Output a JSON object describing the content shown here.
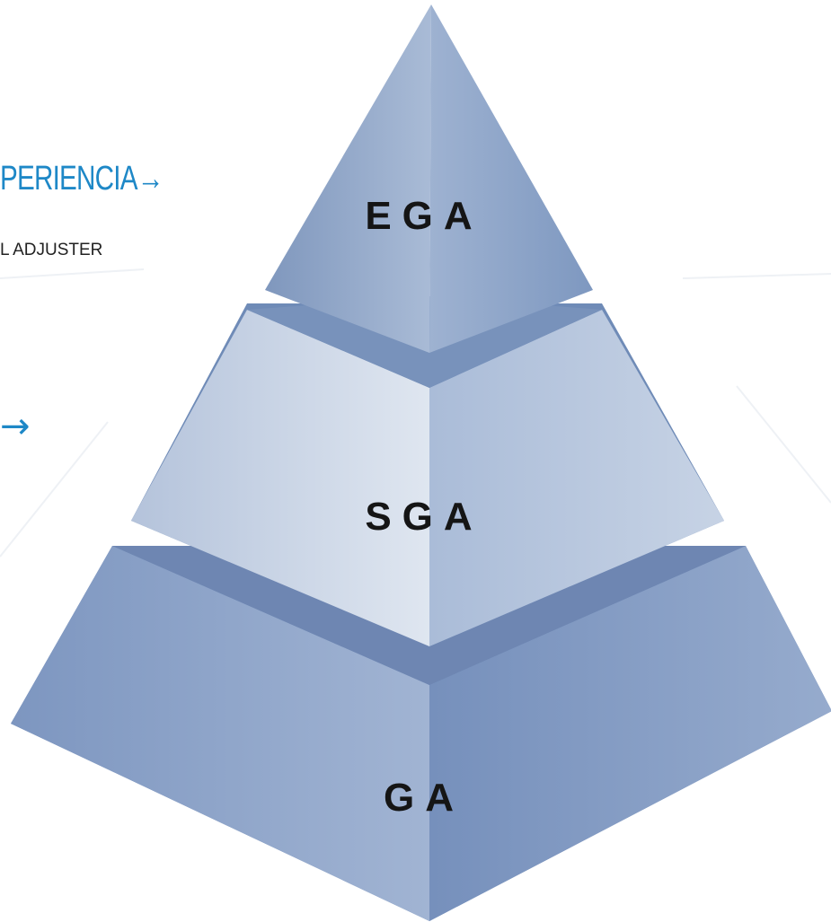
{
  "accent_color": "#1e88c7",
  "left_panel": {
    "heading_text": "PERIENCIA",
    "heading_arrow": "→",
    "subtext": "L ADJUSTER",
    "second_arrow": "→"
  },
  "pyramid": {
    "tiers": [
      {
        "label": "EGA"
      },
      {
        "label": "SGA"
      },
      {
        "label": "GA"
      }
    ]
  }
}
